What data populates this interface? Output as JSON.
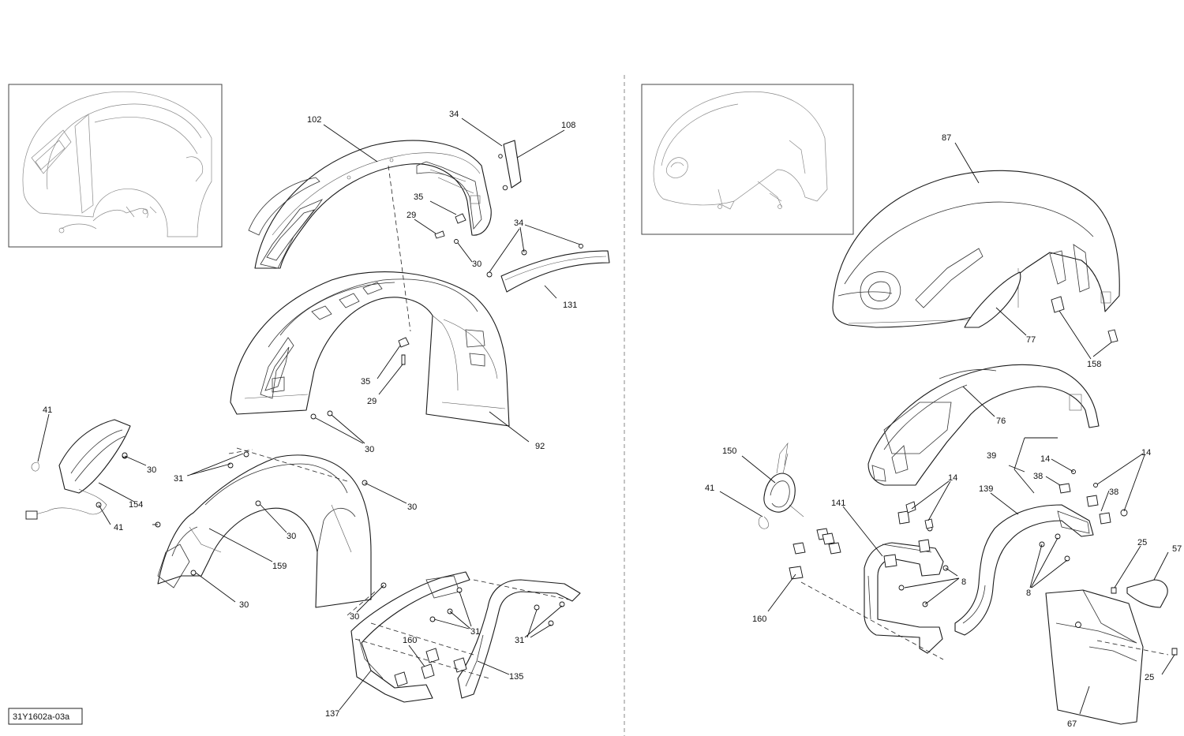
{
  "diagram_code": "31Y1602a-03a",
  "labels": {
    "l102": "102",
    "l34a": "34",
    "l108": "108",
    "l35a": "35",
    "l29a": "29",
    "l34b": "34",
    "l30a": "30",
    "l131": "131",
    "l35b": "35",
    "l29b": "29",
    "l30b": "30",
    "l92": "92",
    "l41a": "41",
    "l30c": "30",
    "l31a": "31",
    "l154": "154",
    "l41b": "41",
    "l30d": "30",
    "l30e": "30",
    "l159": "159",
    "l30f": "30",
    "l30g": "30",
    "l31b": "31",
    "l31c": "31",
    "l160a": "160",
    "l135": "135",
    "l137": "137",
    "l87": "87",
    "l77": "77",
    "l158": "158",
    "l76": "76",
    "l39": "39",
    "l14a": "14",
    "l14b": "14",
    "l38a": "38",
    "l38b": "38",
    "l150": "150",
    "l41c": "41",
    "l14c": "14",
    "l141": "141",
    "l139": "139",
    "l8a": "8",
    "l8b": "8",
    "l25a": "25",
    "l57": "57",
    "l160b": "160",
    "l25b": "25",
    "l67": "67"
  }
}
